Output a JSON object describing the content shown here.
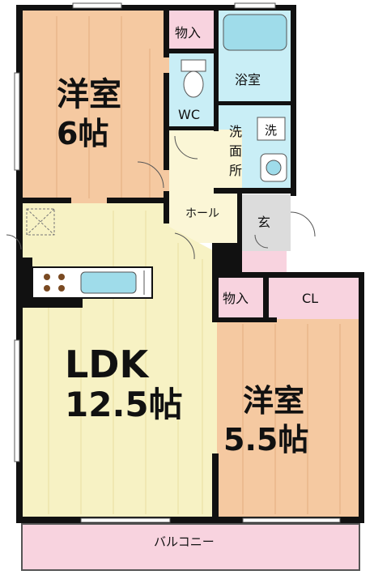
{
  "rooms": {
    "western_room_1": {
      "name": "洋室",
      "size": "6帖"
    },
    "closet_top": "物入",
    "bathroom": "浴室",
    "wc": "WC",
    "washroom": {
      "char1": "洗",
      "char2": "面",
      "char3": "所"
    },
    "washer": "洗",
    "hall": "ホール",
    "entrance": "玄",
    "ldk": {
      "name": "LDK",
      "size": "12.5帖"
    },
    "closet_mid": "物入",
    "cl": "CL",
    "western_room_2": {
      "name": "洋室",
      "size": "5.5帖"
    },
    "balcony": "バルコニー"
  },
  "colors": {
    "wall": "#111111",
    "wood_floor": "#f5c9a1",
    "ldk_floor": "#f7f2c4",
    "wet_area": "#c9eef6",
    "storage": "#f8d3df",
    "hall_floor": "#fbf6d6",
    "entrance_floor": "#dcdcdc",
    "balcony": "#f8d3df",
    "fixture": "#9fdcea"
  }
}
